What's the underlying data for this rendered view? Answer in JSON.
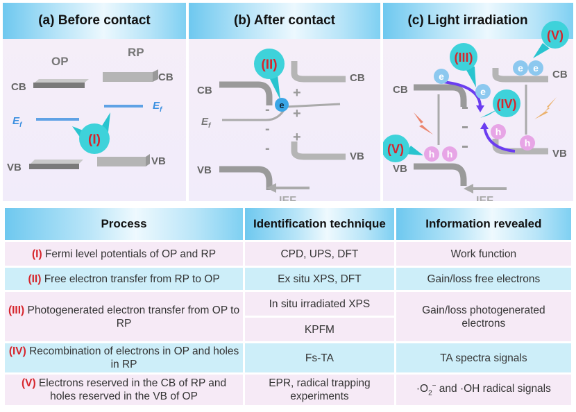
{
  "panels": [
    {
      "title": "(a) Before contact",
      "labels": {
        "op": "OP",
        "rp": "RP",
        "cb_left": "CB",
        "cb_right": "CB",
        "vb_left": "VB",
        "vb_right": "VB",
        "ef": "E",
        "ef_sub": "f"
      },
      "bubble": "(I)"
    },
    {
      "title": "(b) After contact",
      "labels": {
        "cb_left": "CB",
        "cb_right": "CB",
        "vb_left": "VB",
        "vb_right": "VB",
        "ef": "E",
        "ef_sub": "f",
        "ief": "IEF",
        "electron": "e",
        "plus": "+",
        "minus": "-"
      },
      "bubble": "(II)"
    },
    {
      "title": "(c) Light irradiation",
      "labels": {
        "cb_left": "CB",
        "cb_right": "CB",
        "vb_left": "VB",
        "vb_right": "VB",
        "ief": "IEF",
        "electron": "e",
        "hole": "h"
      },
      "bubbles": [
        "(III)",
        "(IV)",
        "(V)",
        "(V)"
      ]
    }
  ],
  "table": {
    "headers": [
      "Process",
      "Identification technique",
      "Information revealed"
    ],
    "rows": [
      {
        "roman": "(I)",
        "process": "Fermi level potentials of OP and RP",
        "technique": "CPD, UPS, DFT",
        "info": "Work function"
      },
      {
        "roman": "(II)",
        "process": "Free electron transfer from RP to OP",
        "technique": "Ex situ XPS, DFT",
        "info": "Gain/loss free electrons"
      },
      {
        "roman": "(III)",
        "process": "Photogenerated electron transfer from OP to RP",
        "technique": "In situ irradiated XPS",
        "technique2": "KPFM",
        "info": "Gain/loss photogenerated electrons"
      },
      {
        "roman": "(IV)",
        "process": "Recombination of electrons in OP and holes in RP",
        "technique": "Fs-TA",
        "info": "TA spectra signals"
      },
      {
        "roman": "(V)",
        "process": "Electrons reserved in the CB of RP and holes reserved in the VB of OP",
        "technique": "EPR, radical trapping experiments",
        "info_prefix": "·O",
        "info_sub": "2",
        "info_sup": "−",
        "info_suffix": " and ·OH radical signals"
      }
    ]
  },
  "colors": {
    "roman": "#d6252c",
    "bubble": "#29c4cf",
    "electron": "#5ab4ea",
    "hole": "#e7a5e6",
    "arrow": "#6b3df0",
    "band": "#8c8c8c",
    "fermi": "#3a8fe0"
  }
}
